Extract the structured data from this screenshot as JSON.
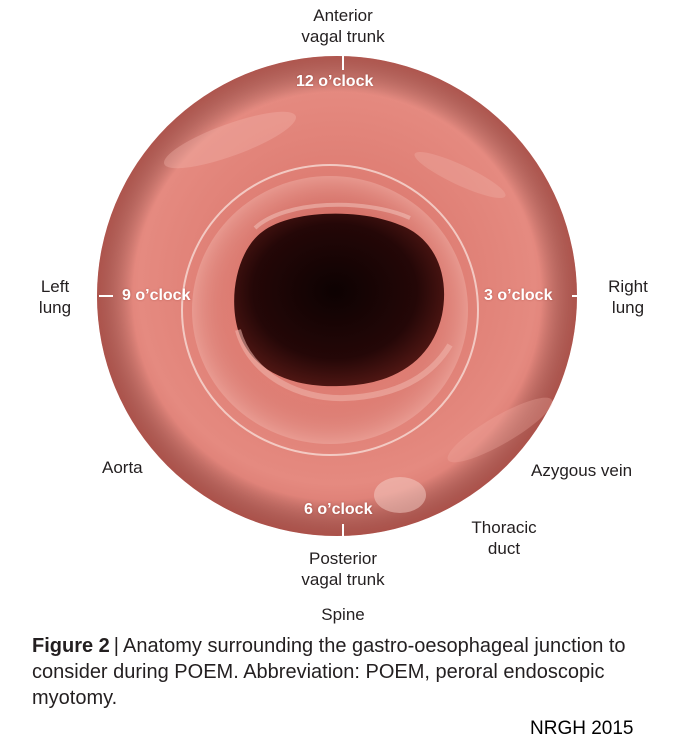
{
  "figure": {
    "labels": {
      "anterior": "Anterior\nvagal trunk",
      "posterior": "Posterior\nvagal trunk",
      "left_lung": "Left\nlung",
      "right_lung": "Right\nlung",
      "aorta": "Aorta",
      "azygous": "Azygous vein",
      "thoracic": "Thoracic\nduct",
      "spine": "Spine"
    },
    "clock": {
      "twelve": "12 o’clock",
      "three": "3 o’clock",
      "six": "6 o’clock",
      "nine": "9 o’clock"
    }
  },
  "caption": {
    "figure_label": "Figure 2",
    "separator": "|",
    "text": "Anatomy surrounding the gastro-oesophageal junction to consider during POEM. Abbreviation: POEM, peroral endoscopic myotomy."
  },
  "credit": "NRGH 2015",
  "colors": {
    "mucosa": "#e27a72",
    "lumen": "#1a0606",
    "text": "#231f20"
  }
}
